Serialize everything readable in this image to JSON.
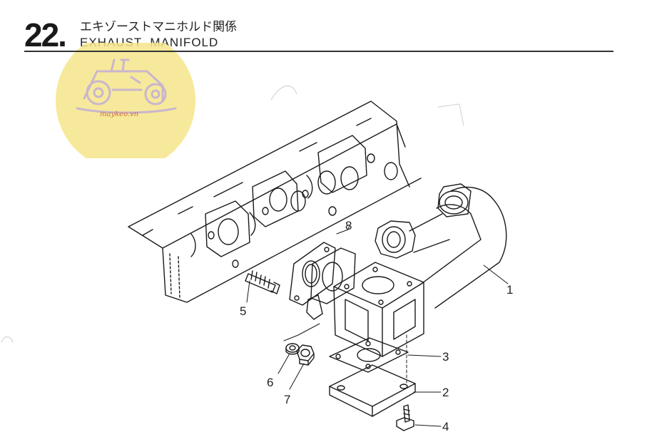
{
  "header": {
    "section_number": "22.",
    "title_jp": "エキゾーストマニホルド関係",
    "title_en": "EXHAUST  MANIFOLD"
  },
  "watermark": {
    "text": "maykeo.vn",
    "color": "#f3dc6c"
  },
  "callouts": [
    {
      "id": "1",
      "label": "1"
    },
    {
      "id": "2",
      "label": "2"
    },
    {
      "id": "3",
      "label": "3"
    },
    {
      "id": "4",
      "label": "4"
    },
    {
      "id": "5",
      "label": "5"
    },
    {
      "id": "6",
      "label": "6"
    },
    {
      "id": "7",
      "label": "7"
    },
    {
      "id": "8",
      "label": "8"
    }
  ]
}
